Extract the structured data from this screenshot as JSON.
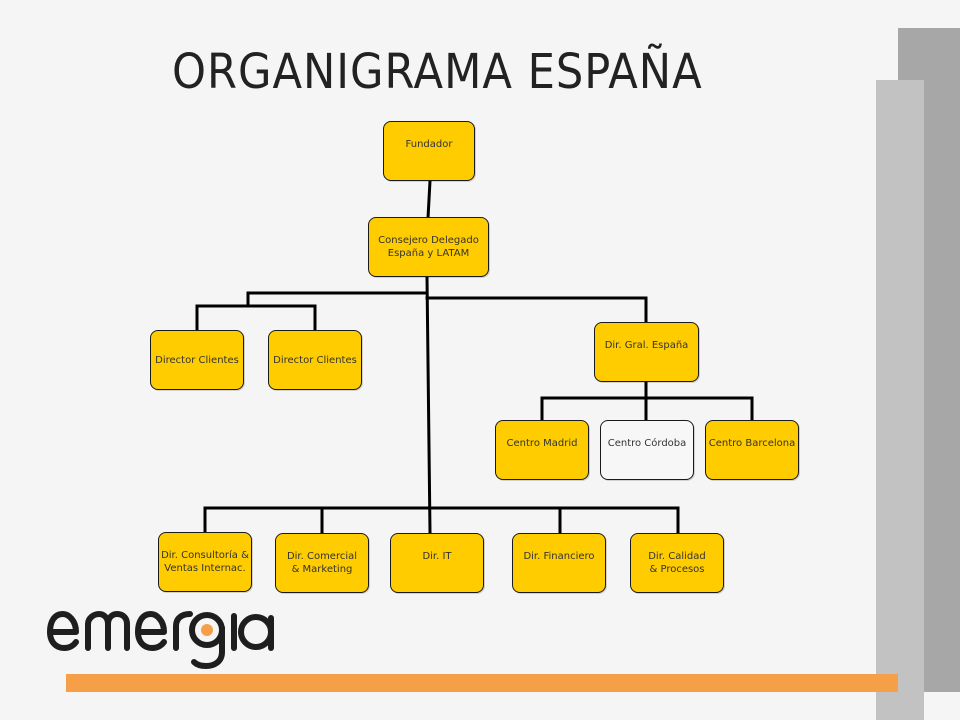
{
  "title": "ORGANIGRAMA ESPAÑA",
  "nodes": {
    "fundador": "Fundador",
    "consejero": "Consejero Delegado España y LATAM",
    "director_clientes_1": "Director Clientes",
    "director_clientes_2": "Director Clientes",
    "dir_gral": "Dir. Gral. España",
    "centro_madrid": "Centro Madrid",
    "centro_cordoba": "Centro Córdoba",
    "centro_barcelona": "Centro Barcelona",
    "dir_consultoria": "Dir. Consultoría & Ventas Internac.",
    "dir_comercial": "Dir. Comercial & Marketing",
    "dir_it": "Dir. IT",
    "dir_financiero": "Dir. Financiero",
    "dir_calidad": "Dir. Calidad & Procesos"
  },
  "logo": {
    "text": "emergia",
    "accent": "#f5a049",
    "color": "#1e1e1e"
  },
  "colors": {
    "box_fill": "#ffcc00",
    "background": "#f5f5f5"
  }
}
